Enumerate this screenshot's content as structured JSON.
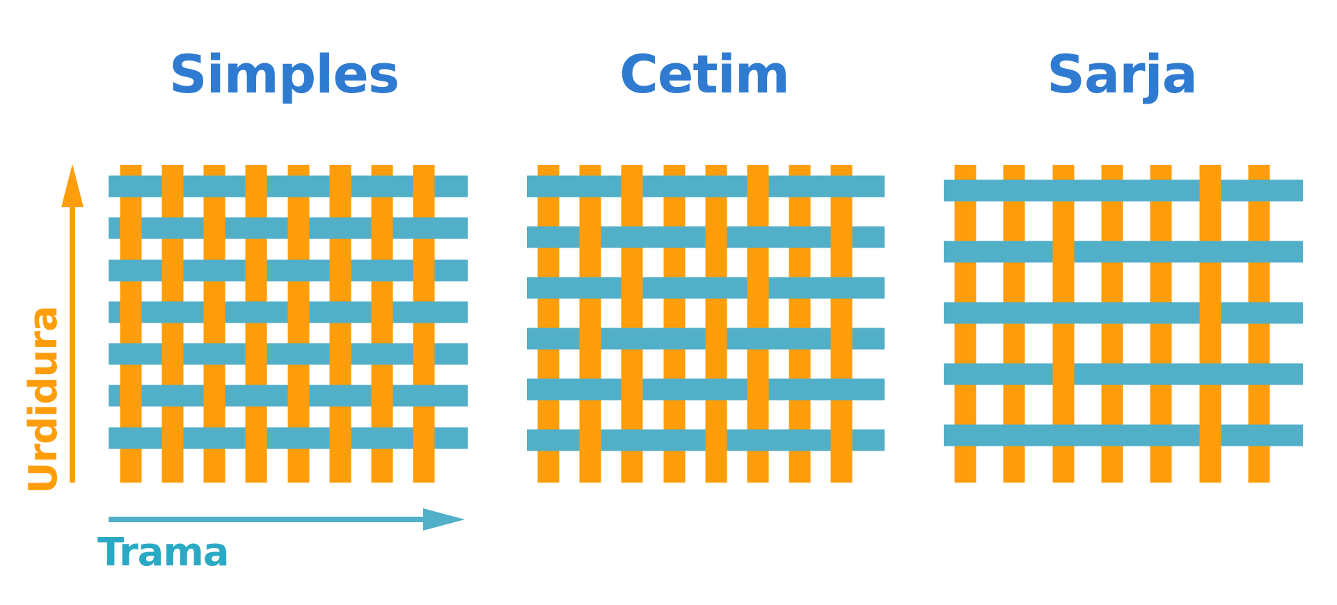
{
  "colors": {
    "title": "#2f7bd1",
    "warp": "#ff9d0a",
    "weft": "#52afc8",
    "weft_label": "#2aa9c4",
    "background": "#ffffff"
  },
  "panels": [
    {
      "title": "Simples",
      "weave": "plain"
    },
    {
      "title": "Cetim",
      "weave": "satin"
    },
    {
      "title": "Sarja",
      "weave": "twill"
    }
  ],
  "axes": {
    "weft_label": "Trama",
    "warp_label": "Urdidura"
  },
  "icons": {
    "weft_arrow": "arrow-right-icon",
    "warp_arrow": "arrow-up-icon"
  }
}
